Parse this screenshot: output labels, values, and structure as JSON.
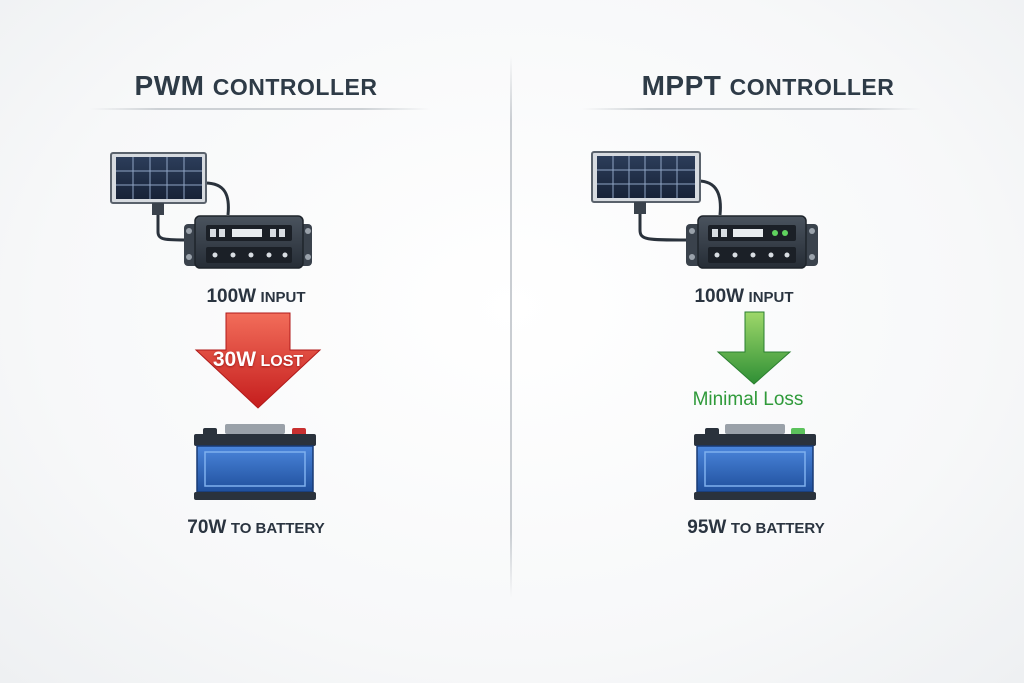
{
  "left": {
    "title_strong": "PWM",
    "title_rest": "CONTROLLER",
    "input_value": "100W",
    "input_text": "INPUT",
    "loss_value": "30W",
    "loss_text": "LOST",
    "output_value": "70W",
    "output_text": "TO BATTERY"
  },
  "right": {
    "title_strong": "MPPT",
    "title_rest": "CONTROLLER",
    "input_value": "100W",
    "input_text": "INPUT",
    "loss_label": "Minimal Loss",
    "output_value": "95W",
    "output_text": "TO BATTERY"
  },
  "colors": {
    "loss_red": "#d93030",
    "gain_green": "#48a844",
    "battery_blue": "#2f62b8",
    "controller_dark": "#333b45"
  },
  "icons": [
    "solar-panel-icon",
    "charge-controller-icon",
    "battery-icon",
    "down-arrow-icon"
  ]
}
